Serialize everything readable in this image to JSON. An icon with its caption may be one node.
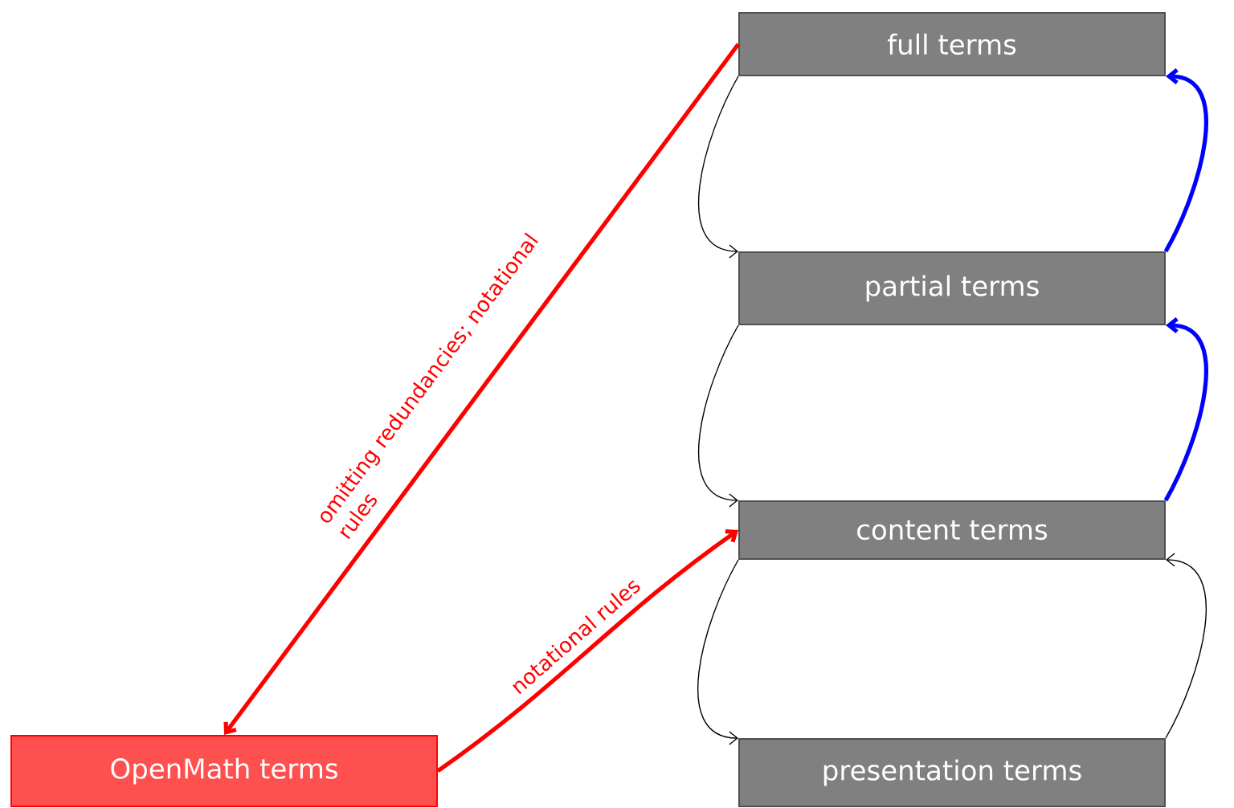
{
  "diagram": {
    "nodes": [
      {
        "text": [
          "full terms"
        ]
      },
      {
        "text": [
          "partial terms"
        ]
      },
      {
        "text": [
          "content terms"
        ]
      },
      {
        "text": [
          "presentation terms"
        ]
      },
      {
        "text": [
          "OpenMath terms"
        ]
      }
    ],
    "edges": [
      {
        "from": 0,
        "to": 1,
        "arrow": "to"
      },
      {
        "from": 1,
        "to": 0,
        "arrow": "to",
        "style": "thick",
        "color": "#0000ff"
      },
      {
        "from": 1,
        "to": 2,
        "arrow": "to"
      },
      {
        "from": 2,
        "to": 1,
        "arrow": "to",
        "style": "thick",
        "color": "#0000ff"
      },
      {
        "from": 2,
        "to": 3,
        "arrow": "to"
      },
      {
        "from": 3,
        "to": 2,
        "arrow": "to"
      },
      {
        "from": 0,
        "to": 4,
        "arrow": "to",
        "style": "thick",
        "color": "#ff0000",
        "label": "omitting redundancies; notational rules"
      },
      {
        "from": 4,
        "to": 2,
        "arrow": "to",
        "style": "thick",
        "color": "#ff0000",
        "label": "notational rules"
      }
    ]
  }
}
